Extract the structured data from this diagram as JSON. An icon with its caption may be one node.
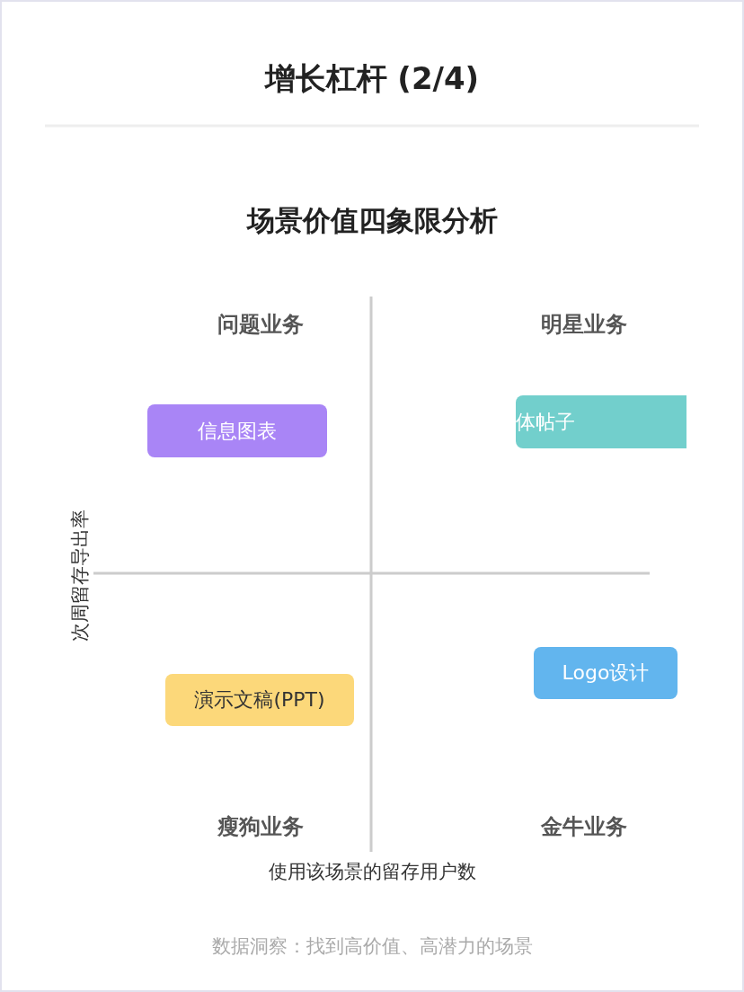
{
  "diagram": {
    "title": "增长杠杆 (2/4)",
    "nodes": [
      {
        "text": [
          "信息图表"
        ]
      },
      {
        "text": [
          "体帖子"
        ]
      },
      {
        "text": [
          "演示文稿(PPT)"
        ]
      },
      {
        "text": [
          "Logo设计"
        ]
      }
    ],
    "edges": [],
    "labels": [
      "场景价值四象限分析",
      "问题业务",
      "明星业务",
      "次周留存导出率",
      "瘦狗业务",
      "金牛业务",
      "使用该场景的留存用户数"
    ],
    "caption": "数据洞察：找到高价值、高潜力的场景"
  }
}
